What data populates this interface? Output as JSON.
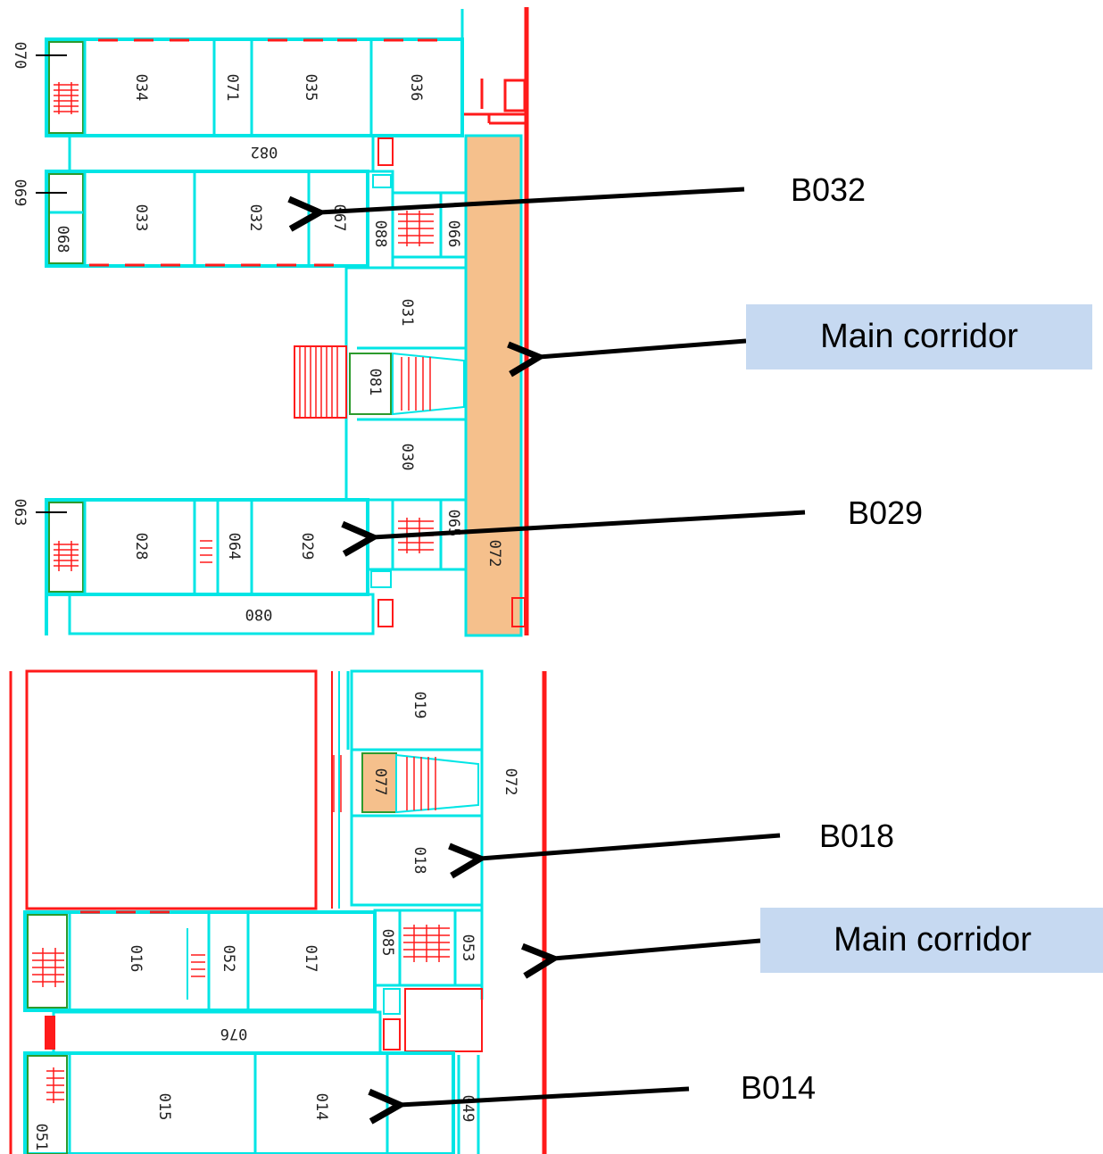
{
  "top_plan": {
    "rooms": [
      {
        "key": "r070",
        "label": "070"
      },
      {
        "key": "r034",
        "label": "034"
      },
      {
        "key": "r071",
        "label": "071"
      },
      {
        "key": "r035",
        "label": "035"
      },
      {
        "key": "r036",
        "label": "036"
      },
      {
        "key": "r082",
        "label": "082"
      },
      {
        "key": "r069",
        "label": "069"
      },
      {
        "key": "r033",
        "label": "033"
      },
      {
        "key": "r032",
        "label": "032"
      },
      {
        "key": "r068",
        "label": "068"
      },
      {
        "key": "r067",
        "label": "067"
      },
      {
        "key": "r088",
        "label": "088"
      },
      {
        "key": "r066",
        "label": "066"
      },
      {
        "key": "r031",
        "label": "031"
      },
      {
        "key": "r081",
        "label": "081"
      },
      {
        "key": "r030",
        "label": "030"
      },
      {
        "key": "r063",
        "label": "063"
      },
      {
        "key": "r028",
        "label": "028"
      },
      {
        "key": "r064",
        "label": "064"
      },
      {
        "key": "r029",
        "label": "029"
      },
      {
        "key": "r065",
        "label": "065"
      },
      {
        "key": "r072",
        "label": "072"
      },
      {
        "key": "r080",
        "label": "080"
      }
    ],
    "callouts": {
      "b032": "B032",
      "corridor": "Main corridor",
      "b029": "B029"
    }
  },
  "bottom_plan": {
    "rooms": [
      {
        "key": "r019",
        "label": "019"
      },
      {
        "key": "r077",
        "label": "077"
      },
      {
        "key": "r072",
        "label": "072"
      },
      {
        "key": "r018",
        "label": "018"
      },
      {
        "key": "r016",
        "label": "016"
      },
      {
        "key": "r052",
        "label": "052"
      },
      {
        "key": "r017",
        "label": "017"
      },
      {
        "key": "r085",
        "label": "085"
      },
      {
        "key": "r053",
        "label": "053"
      },
      {
        "key": "r076",
        "label": "076"
      },
      {
        "key": "r015",
        "label": "015"
      },
      {
        "key": "r014",
        "label": "014"
      },
      {
        "key": "r049",
        "label": "049"
      },
      {
        "key": "r051",
        "label": "051"
      }
    ],
    "callouts": {
      "b018": "B018",
      "corridor": "Main corridor",
      "b014": "B014"
    }
  },
  "colors": {
    "wall": "#00e5e5",
    "exterior": "#ff1a1a",
    "highlight": "#f5c08c",
    "callout_box": "#c6d9f1",
    "arrow": "#000000"
  }
}
